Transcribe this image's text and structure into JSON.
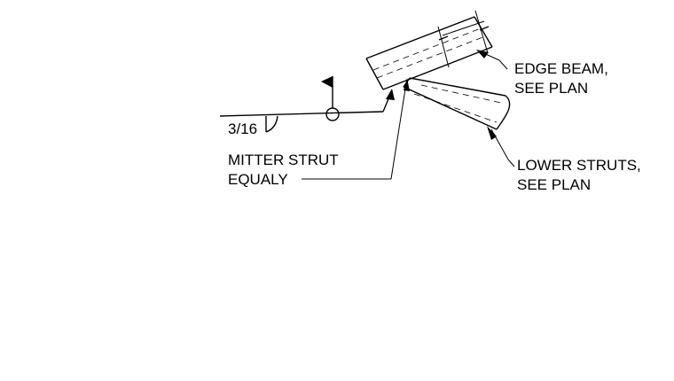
{
  "weld": {
    "size": "3/16"
  },
  "callouts": {
    "edge_beam": [
      "EDGE BEAM,",
      "SEE PLAN"
    ],
    "lower_struts": [
      "LOWER STRUTS,",
      "SEE PLAN"
    ],
    "miter_strut": [
      "MITTER STRUT",
      "EQUALY"
    ]
  },
  "colors": {
    "line": "#000000",
    "background": "#ffffff"
  },
  "icons": {
    "field_weld_flag": "flag-icon",
    "weld_all_around": "circle-icon",
    "fillet_weld": "fillet-weld-symbol"
  }
}
